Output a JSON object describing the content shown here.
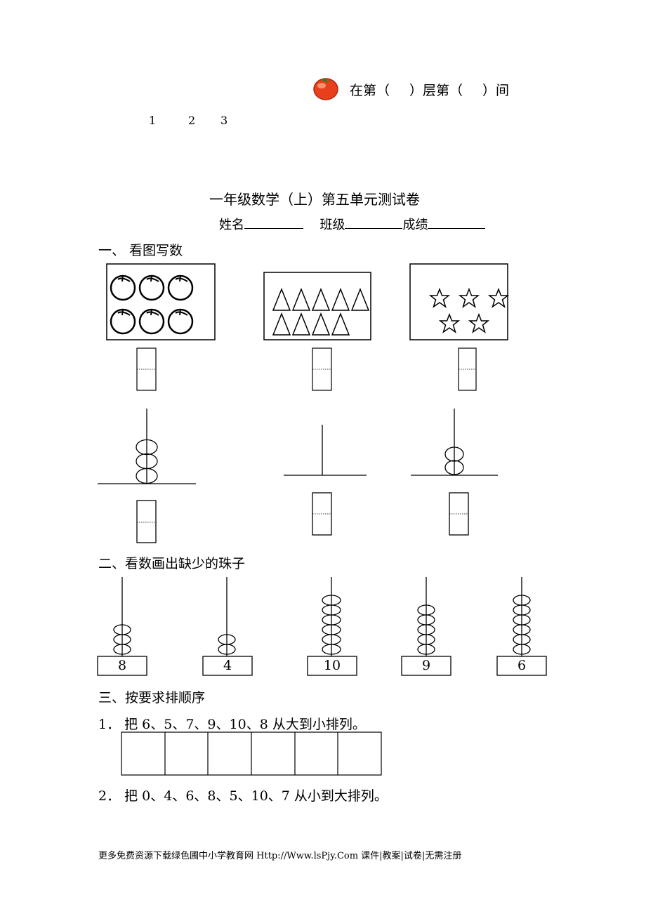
{
  "header": {
    "location_prefix": "在第（",
    "location_mid": "）层第（",
    "location_suffix": "）间",
    "numbers": [
      "1",
      "2",
      "3"
    ]
  },
  "title": "一年级数学（上）第五单元测试卷",
  "info": {
    "name_label": "姓名",
    "class_label": "班级",
    "score_label": "成绩"
  },
  "sections": {
    "s1": {
      "title": "一、  看图写数"
    },
    "s2": {
      "title": "二、看数画出缺少的珠子",
      "targets": [
        "8",
        "4",
        "10",
        "9",
        "6"
      ]
    },
    "s3": {
      "title": "三、按要求排顺序",
      "q1": "1．  把 6、5、7、9、10、8 从大到小排列。",
      "q2": "2．  把 0、4、6、8、5、10、7 从小到大排列。"
    }
  },
  "footer": "更多免费资源下载绿色圃中小学教育网 Http://Www.lsPjy.Com  课件|教案|试卷|无需注册",
  "colors": {
    "tomato": "#e8401c",
    "tomato_dark": "#b3260e",
    "stem": "#2f7d1e"
  }
}
